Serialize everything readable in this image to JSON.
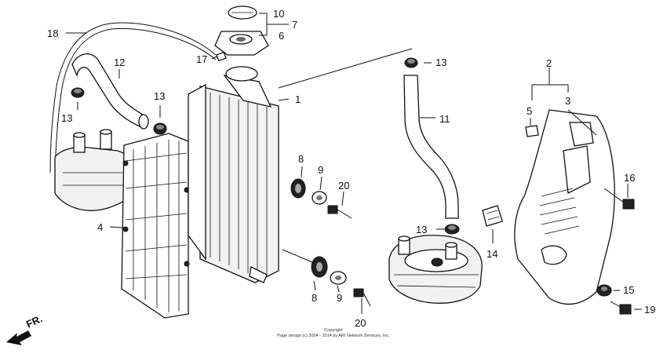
{
  "callouts": {
    "c1": "1",
    "c2": "2",
    "c3": "3",
    "c4": "4",
    "c5": "5",
    "c6": "6",
    "c7": "7",
    "c8a": "8",
    "c8b": "8",
    "c9a": "9",
    "c9b": "9",
    "c10": "10",
    "c11": "11",
    "c12": "12",
    "c13a": "13",
    "c13b": "13",
    "c13c": "13",
    "c13d": "13",
    "c14": "14",
    "c15": "15",
    "c16": "16",
    "c17": "17",
    "c18": "18",
    "c19": "19",
    "c20a": "20",
    "c20b": "20"
  },
  "direction": "FR.",
  "copyright": {
    "line1": "Copyright",
    "line2": "Page design (c) 2004 - 2014 by ARI Network Services, Inc."
  }
}
